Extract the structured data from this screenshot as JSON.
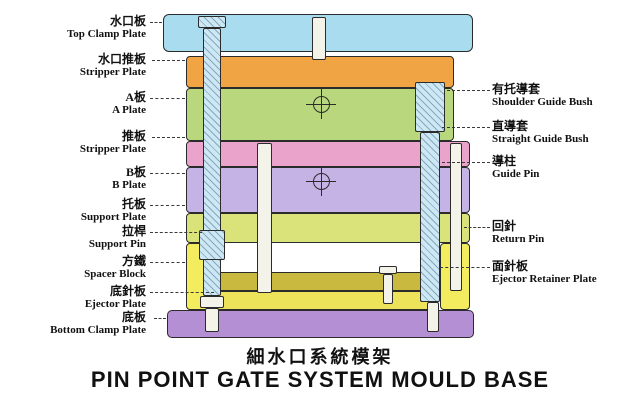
{
  "titles": {
    "chinese": "細水口系統模架",
    "english": "PIN POINT GATE SYSTEM MOULD BASE"
  },
  "left_labels": [
    {
      "cn": "水口板",
      "en": "Top Clamp Plate"
    },
    {
      "cn": "水口推板",
      "en": "Stripper Plate"
    },
    {
      "cn": "A板",
      "en": "A Plate"
    },
    {
      "cn": "推板",
      "en": "Stripper Plate"
    },
    {
      "cn": "B板",
      "en": "B Plate"
    },
    {
      "cn": "托板",
      "en": "Support Plate"
    },
    {
      "cn": "拉桿",
      "en": "Support Pin"
    },
    {
      "cn": "方鐵",
      "en": "Spacer Block"
    },
    {
      "cn": "底針板",
      "en": "Ejector Plate"
    },
    {
      "cn": "底板",
      "en": "Bottom Clamp Plate"
    }
  ],
  "right_labels": [
    {
      "cn": "有托導套",
      "en": "Shoulder Guide Bush"
    },
    {
      "cn": "直導套",
      "en": "Straight Guide Bush"
    },
    {
      "cn": "導柱",
      "en": "Guide Pin"
    },
    {
      "cn": "回針",
      "en": "Return Pin"
    },
    {
      "cn": "面針板",
      "en": "Ejector Retainer Plate"
    }
  ],
  "colors": {
    "top_clamp_plate": "#aadcf0",
    "stripper_plate_top": "#f0a443",
    "a_plate": "#b9d87e",
    "stripper_plate_mid": "#eaa3cb",
    "b_plate": "#c4b3e4",
    "support_plate": "#d9e37a",
    "spacer_block": "#f3ec5f",
    "ejector_retainer_plate": "#c9b93f",
    "ejector_plate": "#ece35b",
    "bottom_clamp_plate": "#b48fd4",
    "guide_pin": "#cde8f5",
    "center_pin": "#f3f3ea"
  }
}
